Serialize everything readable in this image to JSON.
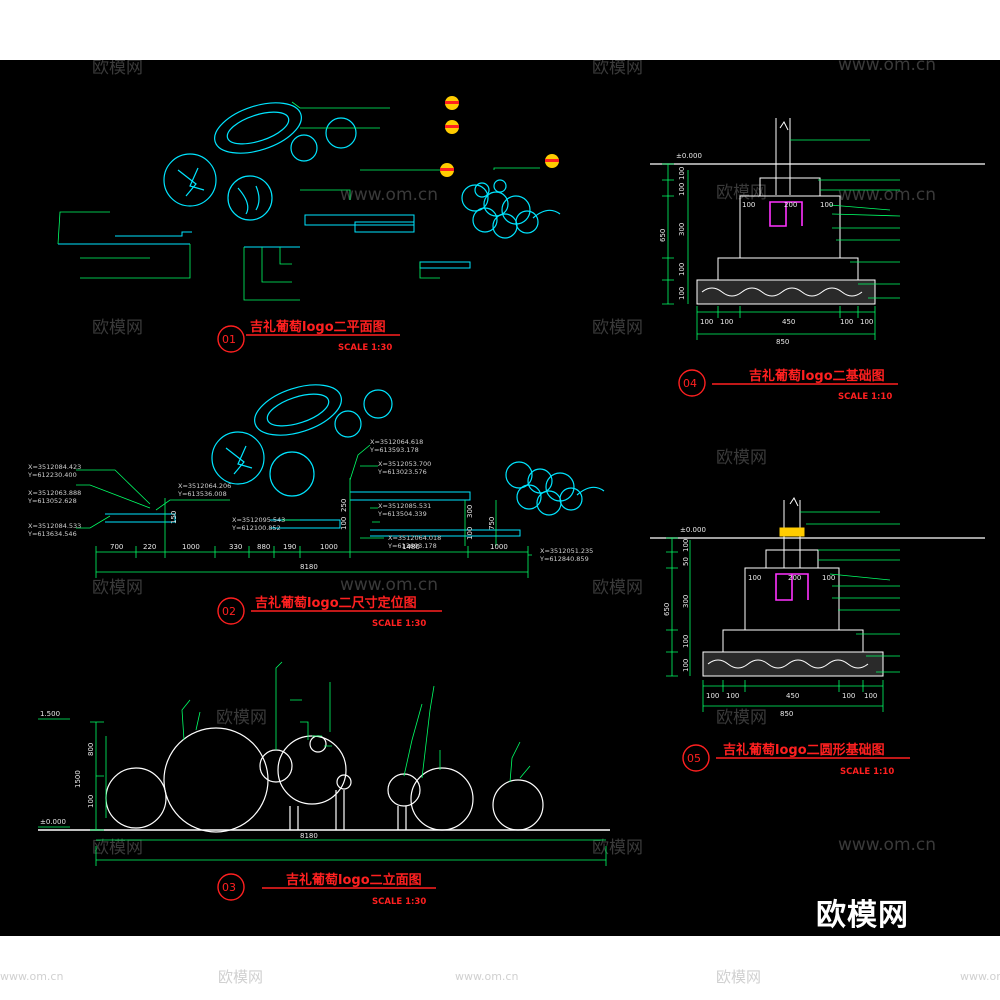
{
  "watermark": {
    "brand": "欧模网",
    "site": "www.om.cn"
  },
  "drawings": [
    {
      "number": "01",
      "title": "吉礼葡萄logo二平面图",
      "scale": "SCALE 1:30"
    },
    {
      "number": "02",
      "title": "吉礼葡萄logo二尺寸定位图",
      "scale": "SCALE 1:30"
    },
    {
      "number": "03",
      "title": "吉礼葡萄logo二立面图",
      "scale": "SCALE 1:30"
    },
    {
      "number": "04",
      "title": "吉礼葡萄logo二基础图",
      "scale": "SCALE 1:10"
    },
    {
      "number": "05",
      "title": "吉礼葡萄logo二圆形基础图",
      "scale": "SCALE 1:10"
    }
  ],
  "dimensions": {
    "plan_row": [
      "700",
      "220",
      "1000",
      "330",
      "880",
      "190",
      "1000",
      "1480",
      "1000"
    ],
    "plan_total": "8180",
    "plan_heights": [
      "100",
      "250",
      "150",
      "100",
      "300",
      "750"
    ],
    "elev_total": "8180",
    "elev_heights": [
      "800",
      "1500",
      "100"
    ],
    "elev_levels": [
      "1.500",
      "±0.000"
    ],
    "found04_row": [
      "100",
      "100",
      "450",
      "100",
      "100"
    ],
    "found04_total": "850",
    "found04_heights": [
      "100",
      "100",
      "300",
      "100",
      "100"
    ],
    "found04_total_h": "650",
    "found04_level": "±0.000",
    "found05_row": [
      "100",
      "100",
      "450",
      "100",
      "100"
    ],
    "found05_total": "850",
    "found05_heights": [
      "100",
      "50",
      "300",
      "100",
      "100"
    ],
    "found05_total_h": "650",
    "found05_level": "±0.000",
    "found_inner": [
      "100",
      "200",
      "100"
    ]
  },
  "coords": [
    "X=3512084.423",
    "Y=612230.400",
    "X=3512063.888",
    "Y=613052.628",
    "X=3512084.533",
    "Y=613634.546",
    "X=3512064.206",
    "Y=613536.008",
    "X=3512095.543",
    "Y=612100.852",
    "X=3512064.618",
    "Y=613593.178",
    "X=3512053.700",
    "Y=613023.576",
    "X=3512085.531",
    "Y=613504.339",
    "X=3512064.018",
    "Y=613693.178",
    "X=3512051.235",
    "Y=612840.859"
  ]
}
